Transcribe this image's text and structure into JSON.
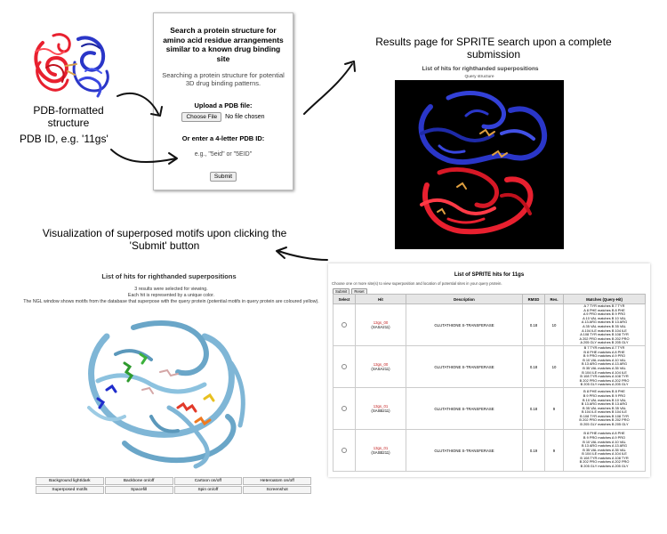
{
  "labels": {
    "pdb_formatted": "PDB-formatted structure",
    "pdb_id": "PDB ID, e.g. '11gs'",
    "results_caption": "Results page for SPRITE search upon a complete submission",
    "viz_caption": "Visualization of superposed motifs upon clicking the 'Submit' button"
  },
  "search_form": {
    "title": "Search a protein structure for amino acid residue arrangements similar to a known drug binding site",
    "subtitle": "Searching a protein structure for potential 3D drug binding patterns.",
    "upload_label": "Upload a PDB file:",
    "choose_file": "Choose File",
    "no_file": "No file chosen",
    "pdb_id_label": "Or enter a 4-letter PDB ID:",
    "pdb_id_placeholder": "e.g., \"5eid\" or \"5EID\"",
    "submit": "Submit"
  },
  "results_panel": {
    "title": "List of hits for righthanded superpositions",
    "subtitle": "Query structure"
  },
  "viz_panel": {
    "title": "List of hits for righthanded superpositions",
    "info_1": "3 results were selected for viewing.",
    "info_2": "Each hit is represented by a unique color.",
    "info_3": "The NGL window shows motifs from the database that superpose with the query protein (potential motifs in query protein are coloured yellow).",
    "buttons": [
      "Background light/dark",
      "Backbone on/off",
      "Cartoon on/off",
      "Heteroatom on/off",
      "Superposed motifs",
      "Spacefill",
      "Spin on/off",
      "Screenshot"
    ]
  },
  "hits_panel": {
    "title": "List of SPRITE hits for 11gs",
    "instructions": "Choose one or more site(s) to view superposition and location of potential sites in your query protein.",
    "submit": "Submit",
    "reset": "Reset",
    "columns": [
      "Select",
      "Hit",
      "Description",
      "RMSD",
      "Res.",
      "Matches (Query-Hit)"
    ],
    "rows": [
      {
        "hit": "13gs_00",
        "hit_sub": "(SASA211)",
        "description": "GLUTATHIONE S-TRANSFERASE",
        "rmsd": "0.18",
        "res": "10",
        "matches": "A 7 TYR matches B 7 TYR\nA 8 PHE matches B 8 PHE\nA 9 PRO matches B 9 PRO\nA 10 VAL matches B 10 VAL\nA 13 ARG matches B 13 ARG\nA 35 VAL matches B 35 VAL\nA 104 ILE matches B 104 ILE\nA 108 TYR matches B 108 TYR\nA 202 PRO matches B 202 PRO\nA 205 GLY matches B 205 GLY"
      },
      {
        "hit": "13gs_00",
        "hit_sub": "(SASA211)",
        "description": "GLUTATHIONE S-TRANSFERASE",
        "rmsd": "0.18",
        "res": "10",
        "matches": "B 7 TYR matches A 7 TYR\nB 8 PHE matches A 8 PHE\nB 9 PRO matches A 9 PRO\nB 10 VAL matches A 10 VAL\nB 13 ARG matches A 13 ARG\nB 35 VAL matches A 35 VAL\nB 104 ILE matches A 104 ILE\nB 108 TYR matches A 108 TYR\nB 202 PRO matches A 202 PRO\nB 205 GLY matches A 205 GLY"
      },
      {
        "hit": "13gs_01",
        "hit_sub": "(SASB211)",
        "description": "GLUTATHIONE S-TRANSFERASE",
        "rmsd": "0.18",
        "res": "9",
        "matches": "B 8 PHE matches B 8 PHE\nB 9 PRO matches B 9 PRO\nB 10 VAL matches B 10 VAL\nB 13 ARG matches B 13 ARG\nB 35 VAL matches B 35 VAL\nB 104 ILE matches B 104 ILE\nB 108 TYR matches B 108 TYR\nB 202 PRO matches B 202 PRO\nB 205 GLY matches B 205 GLY"
      },
      {
        "hit": "13gs_01",
        "hit_sub": "(SASB211)",
        "description": "GLUTATHIONE S-TRANSFERASE",
        "rmsd": "0.19",
        "res": "9",
        "matches": "B 8 PHE matches A 8 PHE\nB 9 PRO matches A 9 PRO\nB 10 VAL matches A 10 VAL\nB 13 ARG matches A 13 ARG\nB 35 VAL matches A 35 VAL\nB 104 ILE matches A 104 ILE\nB 108 TYR matches A 108 TYR\nB 202 PRO matches A 202 PRO\nB 205 GLY matches A 205 GLY"
      }
    ]
  },
  "colors": {
    "chain_red": "#e8202f",
    "chain_blue": "#2a36c8",
    "cartoon_light_blue": "#7fb6d6",
    "link_red": "#c21f1f"
  }
}
